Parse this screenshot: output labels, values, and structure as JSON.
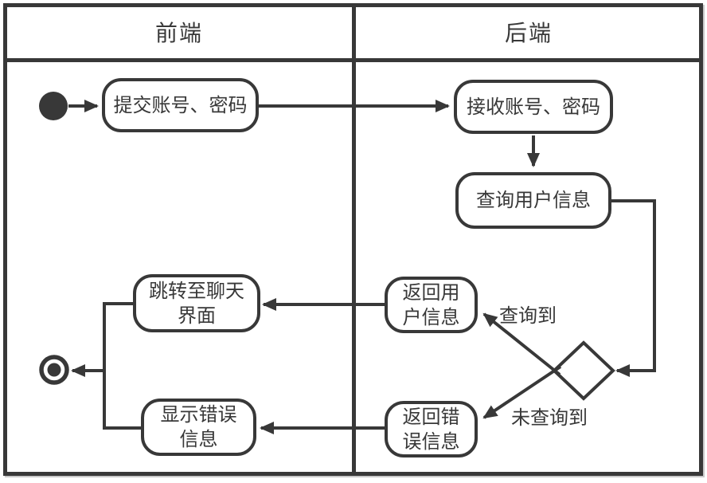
{
  "lanes": [
    {
      "label": "前端"
    },
    {
      "label": "后端"
    }
  ],
  "nodes": {
    "submit": {
      "lines": [
        "提交账号、密码"
      ]
    },
    "receive": {
      "lines": [
        "接收账号、密码"
      ]
    },
    "query": {
      "lines": [
        "查询用户信息"
      ]
    },
    "return_user": {
      "lines": [
        "返回用",
        "户信息"
      ]
    },
    "return_error": {
      "lines": [
        "返回错",
        "误信息"
      ]
    },
    "jump_chat": {
      "lines": [
        "跳转至聊天",
        "界面"
      ]
    },
    "show_error": {
      "lines": [
        "显示错误",
        "信息"
      ]
    }
  },
  "edge_labels": {
    "found": "查询到",
    "not_found": "未查询到"
  },
  "colors": {
    "stroke": "#383838",
    "background": "#ffffff"
  }
}
